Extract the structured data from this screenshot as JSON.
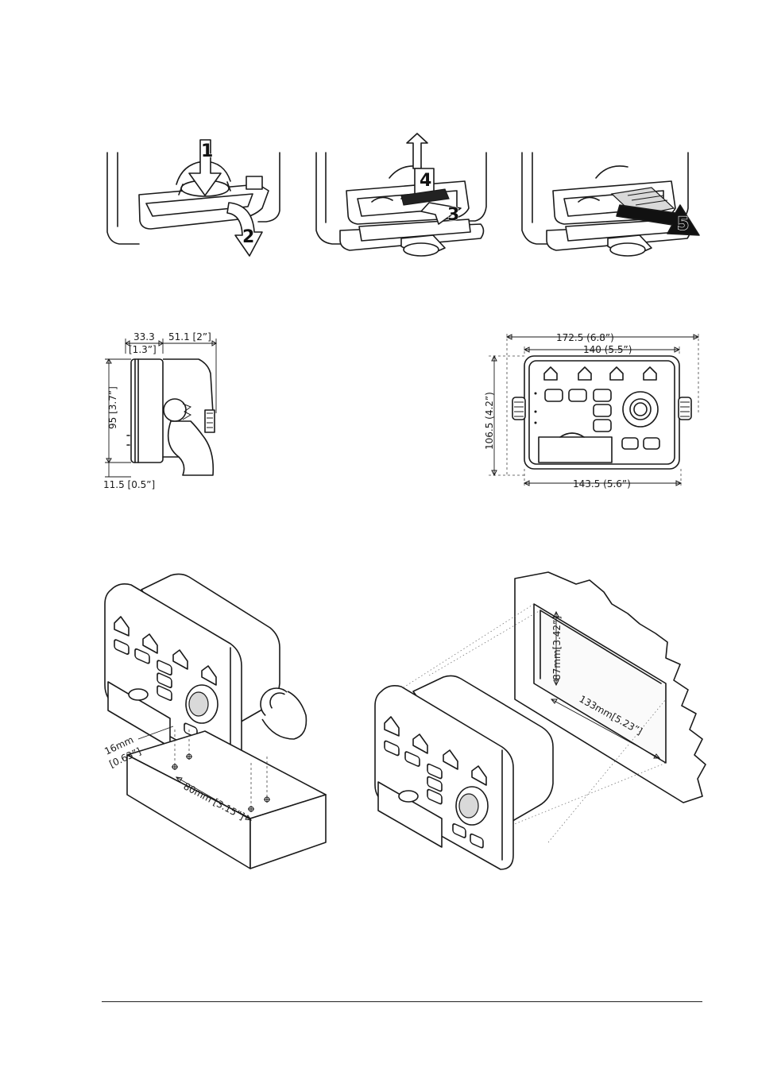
{
  "steps": [
    "1",
    "2",
    "3",
    "4",
    "5"
  ],
  "side_view": {
    "depth_label": "33.3",
    "depth_inch": "[1.3”]",
    "bracket_label": "51.1 [2”]",
    "height_label": "95 [3.7”]",
    "offset_label": "11.5 [0.5”]"
  },
  "front_view": {
    "overall_width_label": "172.5 (6.8”)",
    "body_width_label": "140 (5.5”)",
    "height_label": "106.5 (4.2”)",
    "bottom_width_label": "143.5 (5.6”)"
  },
  "bracket_mount": {
    "hole_offset_label_line1": "16mm",
    "hole_offset_label_line2": "[0.63”]",
    "hole_spacing_label": "80mm [3.15”]"
  },
  "flush_mount": {
    "cutout_height_label": "87mm[3.42”]",
    "cutout_width_label": "133mm[5.23”]"
  }
}
